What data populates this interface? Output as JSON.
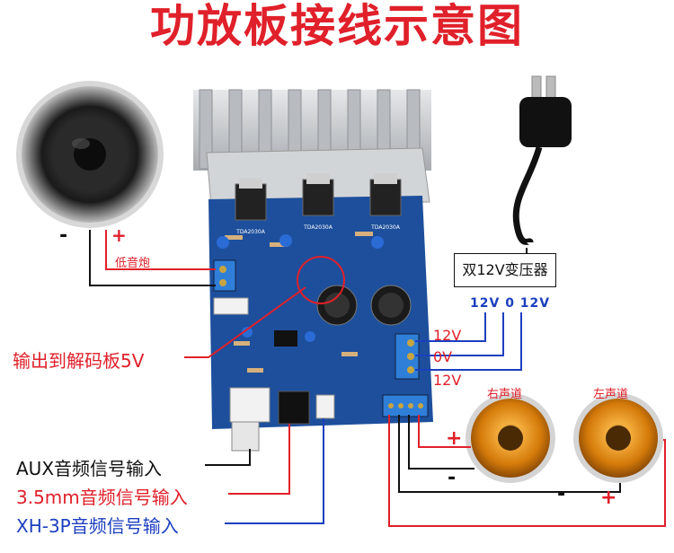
{
  "title": "功放板接线示意图",
  "subwoofer": {
    "label": "低音炮",
    "minus": "-",
    "plus": "+"
  },
  "output_5v": "输出到解码板5V",
  "inputs": {
    "aux": "AUX音频信号输入",
    "mm35": "3.5mm音频信号输入",
    "xh3p": "XH-3P音频信号输入"
  },
  "transformer": {
    "label": "双12V变压器",
    "pins": "12V 0 12V"
  },
  "power_pins": {
    "top": "12V",
    "mid": "0V",
    "bottom": "12V"
  },
  "speakers": {
    "right": {
      "label": "右声道",
      "plus": "+",
      "minus": "-"
    },
    "left": {
      "label": "左声道",
      "plus": "+",
      "minus": "-"
    }
  },
  "pcb": {
    "chip1": "TDA2030A",
    "chip2": "TDA2030A",
    "chip3": "TDA2030A"
  },
  "colors": {
    "title": "#e0202a",
    "wire_red": "#e0202a",
    "wire_black": "#111111",
    "wire_blue": "#1c3fbf",
    "pcb": "#1d4f9c",
    "heatsink": "#c9ccd0",
    "speaker_cone": "#e0870f"
  }
}
